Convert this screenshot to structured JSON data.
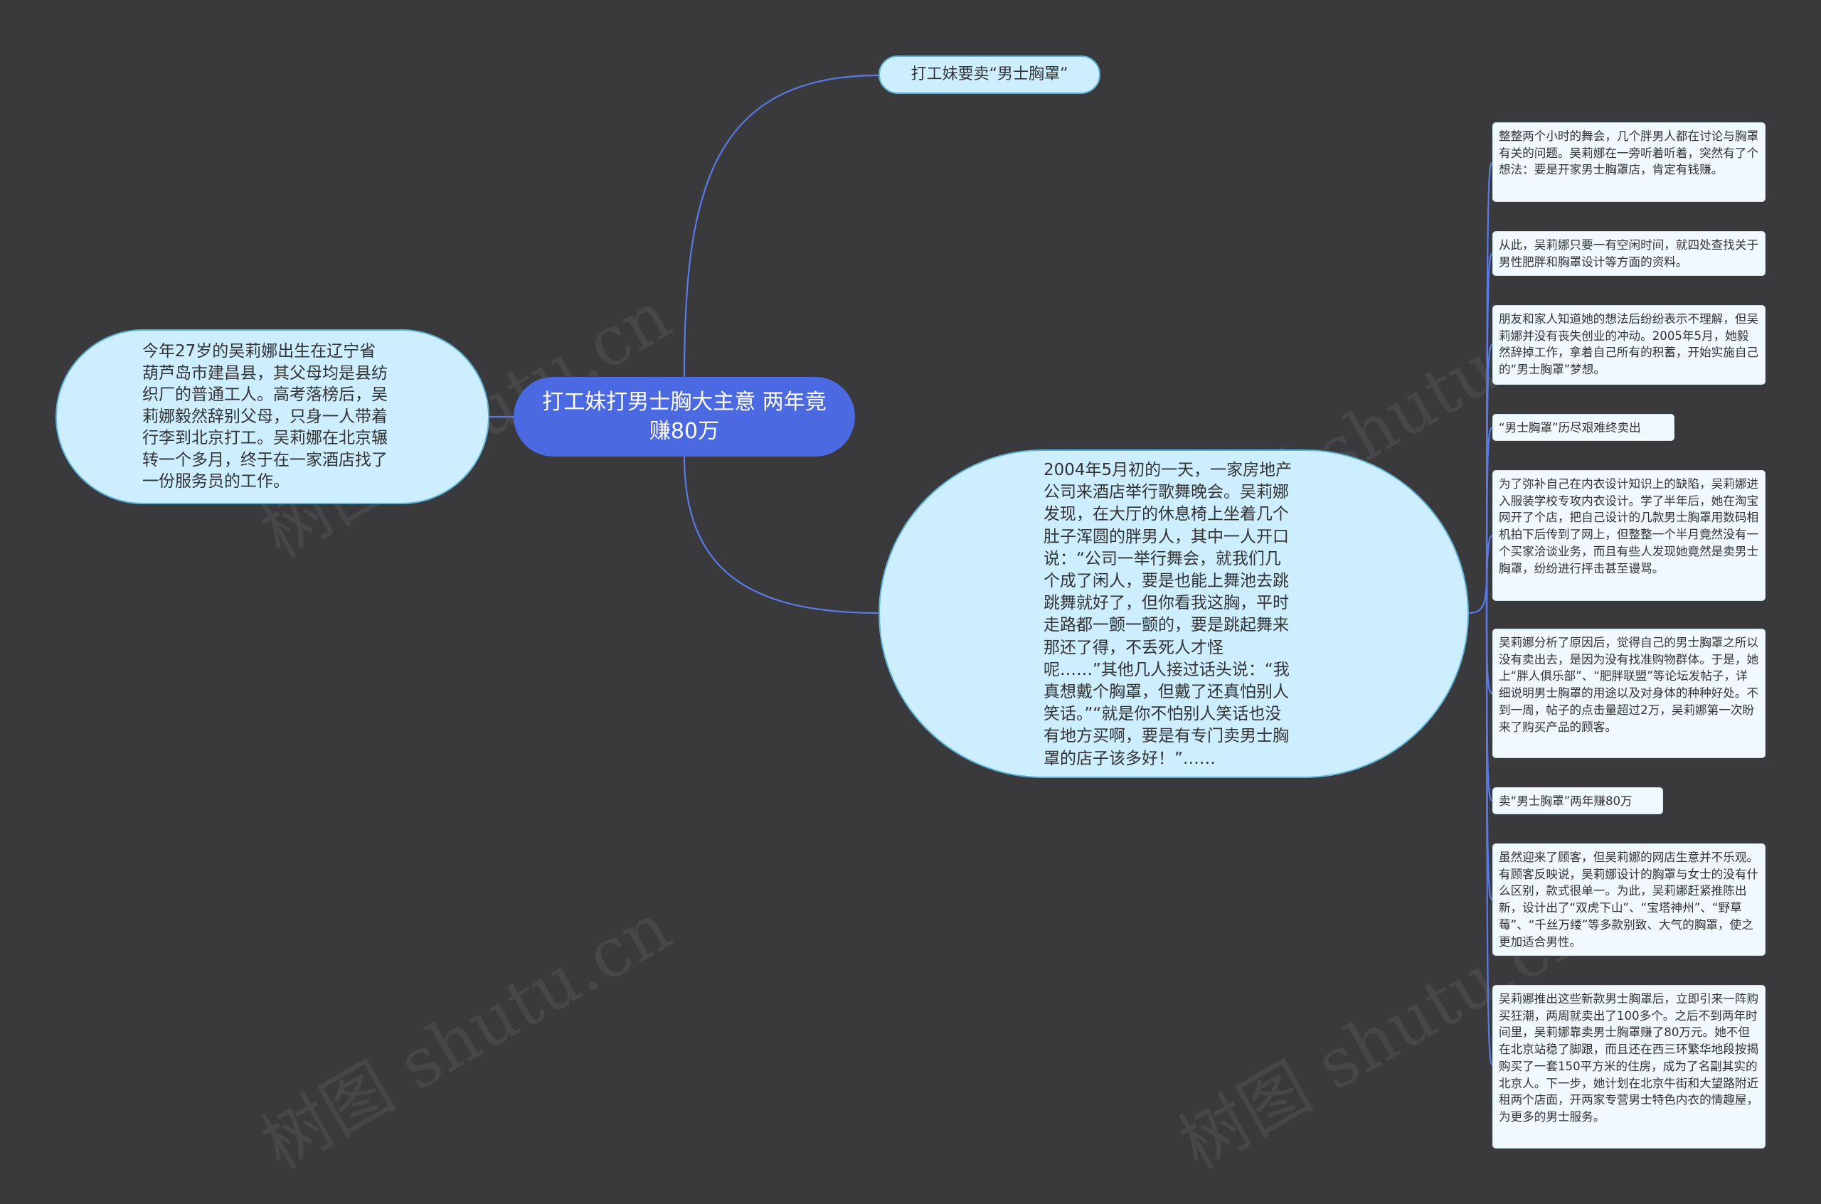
{
  "mindmap": {
    "root": "打工妹打男士胸大主意 两年竟赚80万",
    "top_branch": "打工妹要卖“男士胸罩”",
    "left_branch": "今年27岁的吴莉娜出生在辽宁省葫芦岛市建昌县，其父母均是县纺织厂的普通工人。高考落榜后，吴莉娜毅然辞别父母，只身一人带着行李到北京打工。吴莉娜在北京辗转一个多月，终于在一家酒店找了一份服务员的工作。",
    "center_branch": "2004年5月初的一天，一家房地产公司来酒店举行歌舞晚会。吴莉娜发现，在大厅的休息椅上坐着几个肚子浑圆的胖男人，其中一人开口说：“公司一举行舞会，就我们几个成了闲人，要是也能上舞池去跳跳舞就好了，但你看我这胸，平时走路都一颤一颤的，要是跳起舞来那还了得，不丢死人才怪呢……”其他几人接过话头说：“我真想戴个胸罩，但戴了还真怕别人笑话。”“就是你不怕别人笑话也没有地方买啊，要是有专门卖男士胸罩的店子该多好！”……",
    "leaves": [
      "整整两个小时的舞会，几个胖男人都在讨论与胸罩有关的问题。吴莉娜在一旁听着听着，突然有了个想法：要是开家男士胸罩店，肯定有钱赚。",
      "从此，吴莉娜只要一有空闲时间，就四处查找关于男性肥胖和胸罩设计等方面的资料。",
      "朋友和家人知道她的想法后纷纷表示不理解，但吴莉娜并没有丧失创业的冲动。2005年5月，她毅然辞掉工作，拿着自己所有的积蓄，开始实施自己的“男士胸罩”梦想。",
      "“男士胸罩”历尽艰难终卖出",
      "为了弥补自己在内衣设计知识上的缺陷，吴莉娜进入服装学校专攻内衣设计。学了半年后，她在淘宝网开了个店，把自己设计的几款男士胸罩用数码相机拍下后传到了网上，但整整一个半月竟然没有一个买家洽谈业务，而且有些人发现她竟然是卖男士胸罩，纷纷进行抨击甚至谩骂。",
      "吴莉娜分析了原因后，觉得自己的男士胸罩之所以没有卖出去，是因为没有找准购物群体。于是，她上“胖人俱乐部”、“肥胖联盟”等论坛发帖子，详细说明男士胸罩的用途以及对身体的种种好处。不到一周，帖子的点击量超过2万，吴莉娜第一次盼来了购买产品的顾客。",
      "卖“男士胸罩”两年赚80万",
      "虽然迎来了顾客，但吴莉娜的网店生意并不乐观。有顾客反映说，吴莉娜设计的胸罩与女士的没有什么区别，款式很单一。为此，吴莉娜赶紧推陈出新，设计出了“双虎下山”、“宝塔神州”、“野草莓”、“千丝万缕”等多款别致、大气的胸罩，使之更加适合男性。",
      "吴莉娜推出这些新款男士胸罩后，立即引来一阵购买狂潮，两周就卖出了100多个。之后不到两年时间里，吴莉娜靠卖男士胸罩赚了80万元。她不但在北京站稳了脚跟，而且还在西三环繁华地段按揭购买了一套150平方米的住房，成为了名副其实的北京人。下一步，她计划在北京牛街和大望路附近租两个店面，开两家专营男士特色内衣的情趣屋，为更多的男士服务。"
    ],
    "watermark": "树图 shutu.cn"
  },
  "colors": {
    "background": "#3a393b",
    "root_fill": "#4b69e1",
    "branch_fill": "#cdeeff",
    "leaf_fill": "#eff9ff",
    "link": "#5a7ae8"
  }
}
